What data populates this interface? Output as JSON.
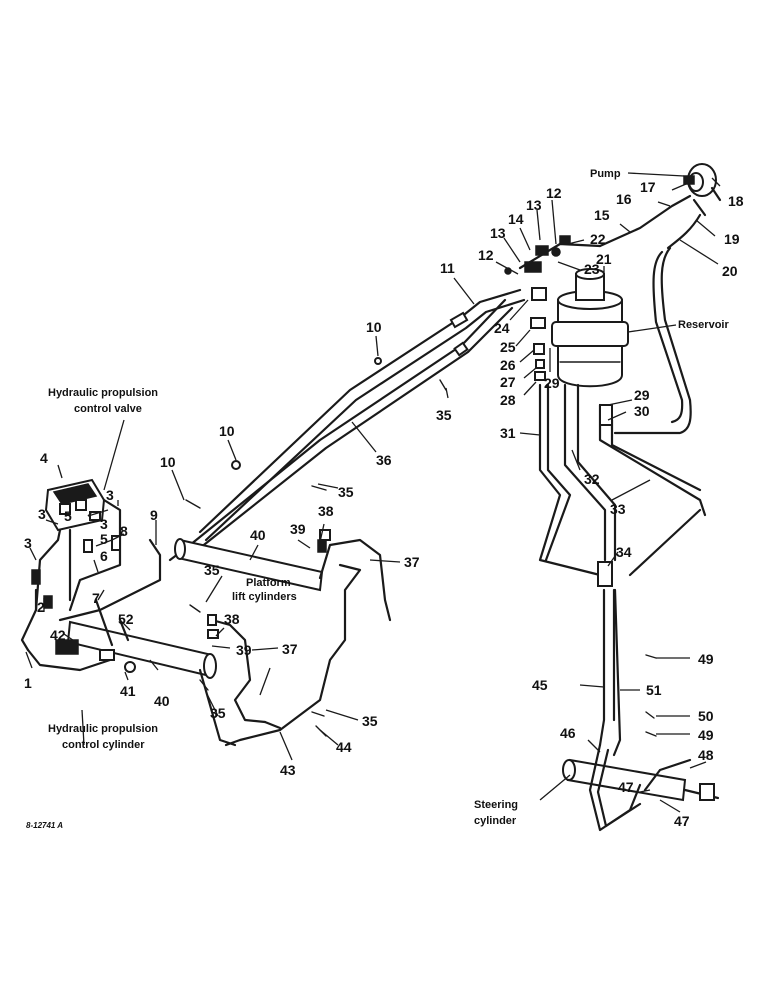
{
  "captions": {
    "pump": "Pump",
    "reservoir": "Reservoir",
    "valve_line1": "Hydraulic propulsion",
    "valve_line2": "control valve",
    "platform_line1": "Platform",
    "platform_line2": "lift cylinders",
    "cylinder_line1": "Hydraulic propulsion",
    "cylinder_line2": "control cylinder",
    "steering_line1": "Steering",
    "steering_line2": "cylinder"
  },
  "drawing_ref": "8-12741 A",
  "callouts": [
    "1",
    "2",
    "3",
    "3",
    "3",
    "3",
    "4",
    "5",
    "5",
    "6",
    "7",
    "8",
    "9",
    "10",
    "10",
    "10",
    "11",
    "12",
    "12",
    "13",
    "13",
    "14",
    "15",
    "16",
    "17",
    "18",
    "19",
    "20",
    "21",
    "22",
    "23",
    "24",
    "25",
    "26",
    "27",
    "28",
    "29",
    "29",
    "30",
    "31",
    "32",
    "33",
    "34",
    "35",
    "35",
    "35",
    "35",
    "35",
    "36",
    "37",
    "37",
    "38",
    "38",
    "39",
    "39",
    "40",
    "40",
    "41",
    "42",
    "43",
    "44",
    "45",
    "46",
    "47",
    "47",
    "48",
    "49",
    "49",
    "50",
    "51",
    "52"
  ]
}
